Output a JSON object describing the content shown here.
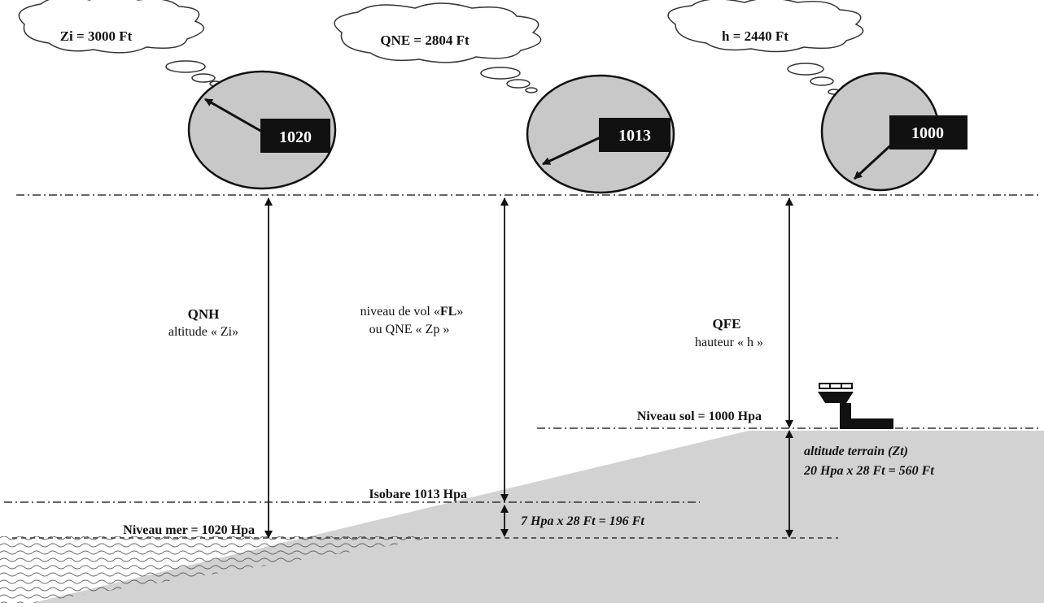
{
  "clouds": {
    "left": "Zi = 3000 Ft",
    "middle": "QNE = 2804 Ft",
    "right": "h = 2440 Ft"
  },
  "dials": {
    "left": "1020",
    "middle": "1013",
    "right": "1000"
  },
  "labels": {
    "qnh_title": "QNH",
    "qnh_sub": "altitude « Zi»",
    "fl_line1_pre": "niveau de vol «",
    "fl_line1_bold": "FL",
    "fl_line1_post": "»",
    "fl_line2": "ou QNE « Zp »",
    "qfe_title": "QFE",
    "qfe_sub": "hauteur « h »",
    "ground_level": "Niveau sol = 1000 Hpa",
    "isobar": "Isobare 1013 Hpa",
    "sea_level": "Niveau mer = 1020 Hpa",
    "isobar_diff": "7 Hpa x 28 Ft = 196 Ft",
    "terrain_title": "altitude terrain (Zt)",
    "terrain_calc": "20 Hpa x 28 Ft = 560 Ft"
  },
  "colors": {
    "dial_fill": "#c8c8c8",
    "terrain_fill": "#d2d2d2",
    "ink": "#111111"
  }
}
